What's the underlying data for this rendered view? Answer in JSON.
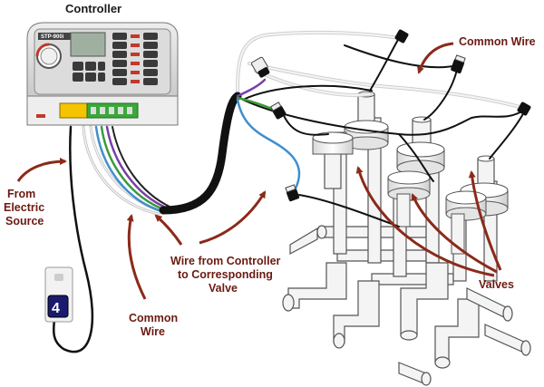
{
  "labels": {
    "controller": "Controller",
    "from_electric_source_1": "From",
    "from_electric_source_2": "Electric",
    "from_electric_source_3": "Source",
    "wire_from_controller_1": "Wire from Controller",
    "wire_from_controller_2": "to Corresponding",
    "wire_from_controller_3": "Valve",
    "common_wire_bottom_1": "Common",
    "common_wire_bottom_2": "Wire",
    "common_wire_top": "Common Wire",
    "valves": "Valves"
  },
  "controller_model": "STP-900i",
  "plug_number": "4",
  "colors": {
    "label": "#6b1a12",
    "arrow": "#8b2a1a",
    "wire_black": "#111111",
    "wire_white": "#e8e8e8",
    "wire_purple": "#7a3fa8",
    "wire_green": "#3a9a3a",
    "wire_blue": "#3f8fd0",
    "pipe": "#f2f2f2",
    "pipe_outline": "#555555"
  }
}
